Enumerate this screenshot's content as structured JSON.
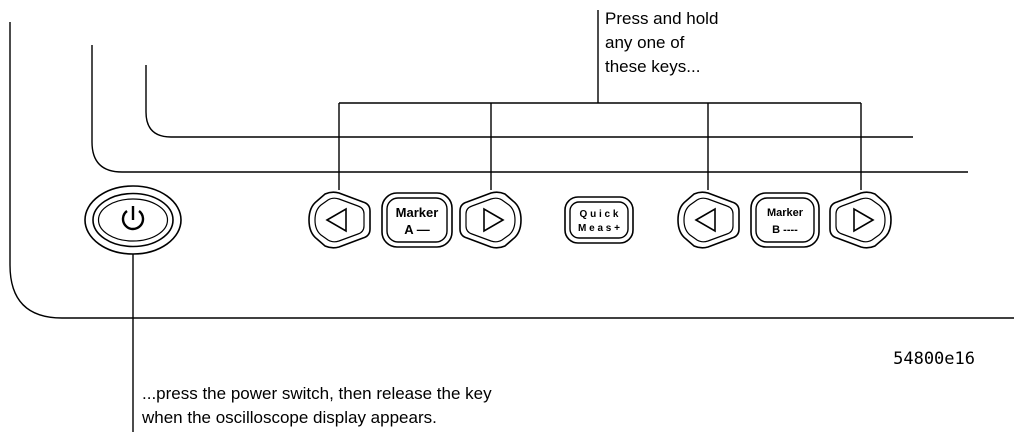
{
  "callout_top": {
    "lines": [
      "Press and hold",
      "any one of",
      "these keys..."
    ]
  },
  "callout_bottom": {
    "lines": [
      "...press the power switch, then release the key",
      "when the oscilloscope display appears."
    ]
  },
  "figure_id": "54800e16",
  "keys": {
    "marker_a": {
      "line1": "Marker",
      "line2": "A —"
    },
    "quick_meas": {
      "line1": "Q u i c k",
      "line2": "M e a s +"
    },
    "marker_b": {
      "line1": "Marker",
      "line2": "B ----"
    }
  },
  "icons": {
    "power": "power-icon",
    "left_arrow": "left-arrow-icon",
    "right_arrow": "right-arrow-icon"
  }
}
